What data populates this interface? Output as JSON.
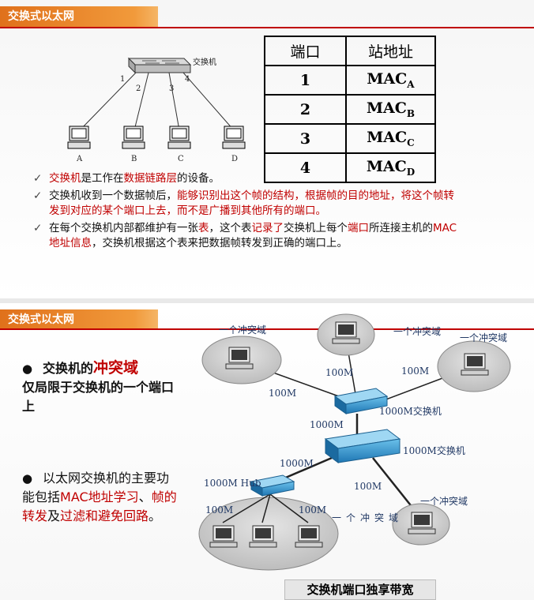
{
  "slide1": {
    "title": "交换式以太网",
    "diagram": {
      "switch_label": "交换机",
      "port_labels": [
        "1",
        "2",
        "3",
        "4"
      ],
      "hosts": [
        "A",
        "B",
        "C",
        "D"
      ]
    },
    "table": {
      "headers": [
        "端口",
        "站地址"
      ],
      "rows": [
        {
          "port": "1",
          "mac": "MAC",
          "sub": "A"
        },
        {
          "port": "2",
          "mac": "MAC",
          "sub": "B"
        },
        {
          "port": "3",
          "mac": "MAC",
          "sub": "C"
        },
        {
          "port": "4",
          "mac": "MAC",
          "sub": "D"
        }
      ]
    },
    "bullets": {
      "b1_a": "交换机",
      "b1_b": "是工作在",
      "b1_c": "数据链路层",
      "b1_d": "的设备。",
      "b2_a": "交换机收到一个数据帧后，",
      "b2_b": "能够识别出这个帧的结构，根据帧的目的地址，将这个帧转发到对应的某个端口上去，而不是广播到其他所有的端口。",
      "b3_a": "在每个交换机内部都维护有一张",
      "b3_b": "表",
      "b3_c": "，这个表",
      "b3_d": "记录了",
      "b3_e": "交换机上每个",
      "b3_f": "端口",
      "b3_g": "所连接主机的",
      "b3_h": "MAC地址信息",
      "b3_i": "，交换机根据这个表来把数据帧转发到正确的端口上。"
    }
  },
  "slide2": {
    "title": "交换式以太网",
    "left": {
      "p1_a": "交换机的",
      "p1_b": "冲突域",
      "p1_c": "仅局限于交换机的一个端口上",
      "p2_a": "以太网交换机的主要功能包括",
      "p2_b": "MAC地址学习",
      "p2_c": "、",
      "p2_d": "帧的转发",
      "p2_e": "及",
      "p2_f": "过滤和避免回路",
      "p2_g": "。"
    },
    "network": {
      "domain_label": "一个冲突域",
      "domain_vertical": "一个冲突域",
      "speed_100": "100M",
      "speed_1000": "1000M",
      "switch1": "1000M交换机",
      "switch2": "1000M交换机",
      "hub": "1000M Hub"
    },
    "caption": "交换机端口独享带宽"
  }
}
